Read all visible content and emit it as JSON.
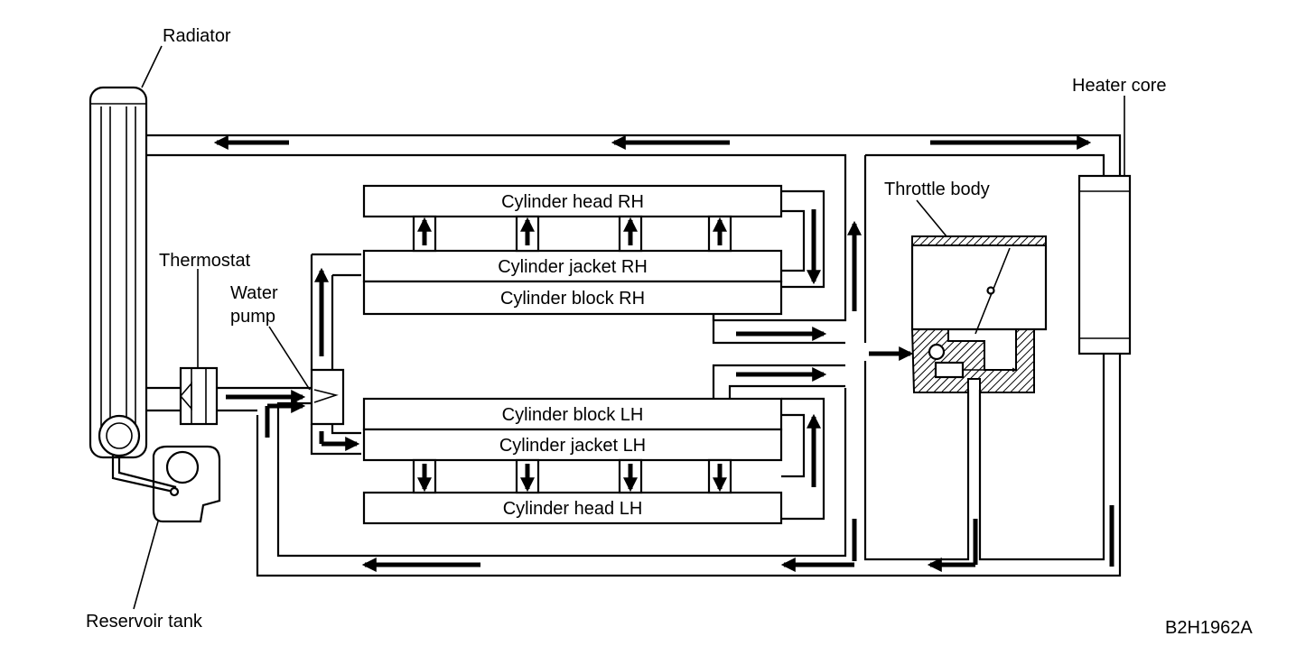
{
  "labels": {
    "radiator": "Radiator",
    "heater_core": "Heater core",
    "throttle_body": "Throttle body",
    "thermostat": "Thermostat",
    "water_pump_line1": "Water",
    "water_pump_line2": "pump",
    "reservoir_tank": "Reservoir tank",
    "figure_code": "B2H1962A"
  },
  "blocks": {
    "cylinder_head_rh": "Cylinder head RH",
    "cylinder_jacket_rh": "Cylinder jacket RH",
    "cylinder_block_rh": "Cylinder block RH",
    "cylinder_block_lh": "Cylinder block LH",
    "cylinder_jacket_lh": "Cylinder jacket LH",
    "cylinder_head_lh": "Cylinder head LH"
  },
  "colors": {
    "line": "#000000",
    "background": "#ffffff"
  }
}
